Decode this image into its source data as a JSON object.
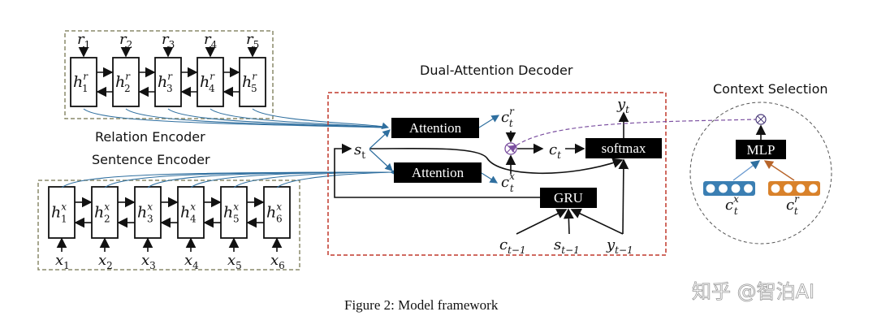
{
  "titles": {
    "relation_encoder": "Relation Encoder",
    "sentence_encoder": "Sentence Encoder",
    "decoder": "Dual-Attention Decoder",
    "context_selection": "Context Selection"
  },
  "relation_encoder": {
    "inputs": [
      "1",
      "2",
      "3",
      "4",
      "5"
    ],
    "input_var": "r",
    "hidden_var": "h",
    "hidden_sup": "r"
  },
  "sentence_encoder": {
    "inputs": [
      "1",
      "2",
      "3",
      "4",
      "5",
      "6"
    ],
    "input_var": "x",
    "hidden_var": "h",
    "hidden_sup": "x"
  },
  "decoder": {
    "attention_top": "Attention",
    "attention_bottom": "Attention",
    "softmax": "softmax",
    "gru": "GRU",
    "state": {
      "var": "s",
      "sub": "t"
    },
    "ctx_r": {
      "var": "c",
      "sub": "t",
      "sup": "r"
    },
    "ctx_x": {
      "var": "c",
      "sub": "t",
      "sup": "x"
    },
    "ctx": {
      "var": "c",
      "sub": "t"
    },
    "output": {
      "var": "y",
      "sub": "t"
    },
    "prev_ctx": {
      "var": "c",
      "sub": "t−1"
    },
    "prev_state": {
      "var": "s",
      "sub": "t−1"
    },
    "prev_output": {
      "var": "y",
      "sub": "t−1"
    },
    "multiply_symbol": "⊗"
  },
  "context_selection": {
    "mlp": "MLP",
    "ctx_x": {
      "var": "c",
      "sub": "t",
      "sup": "x"
    },
    "ctx_r": {
      "var": "c",
      "sub": "t",
      "sup": "r"
    },
    "multiply_symbol": "⊗"
  },
  "colors": {
    "encoder_links": "#2f6f9f",
    "decoder_frame": "#c0392b",
    "ctx_x_vector": "#3b7fb3",
    "ctx_r_vector": "#d9822b",
    "gate_purple": "#7b4fa0"
  },
  "caption": "Figure 2: Model framework",
  "watermark": "知乎 @智泊AI"
}
